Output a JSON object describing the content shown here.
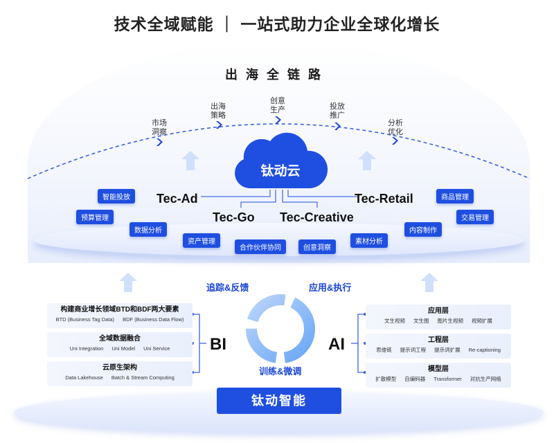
{
  "title": "技术全域赋能 ｜ 一站式助力企业全球化增长",
  "chain_title": "出海全链路",
  "stages": [
    [
      "市场",
      "洞察"
    ],
    [
      "出海",
      "策略"
    ],
    [
      "创意",
      "生产"
    ],
    [
      "投放",
      "推广"
    ],
    [
      "分析",
      "优化"
    ]
  ],
  "cloud": "钛动云",
  "products": {
    "ad": "Tec-Ad",
    "go": "Tec-Go",
    "creative": "Tec-Creative",
    "retail": "Tec-Retail"
  },
  "tags": [
    "智能投放",
    "预算管理",
    "数据分析",
    "资产管理",
    "合作伙伴协同",
    "创意洞察",
    "素材分析",
    "内容制作",
    "商品管理",
    "交易管理"
  ],
  "cycle": {
    "top_left": "追踪&反馈",
    "top_right": "应用&执行",
    "bottom": "训练&微调"
  },
  "bi": {
    "label": "BI",
    "panels": [
      {
        "title": "构建商业增长领域BTD和BDF两大要素",
        "items": [
          "BTD (Business Tag Data)",
          "BDF (Business Data Flow)"
        ]
      },
      {
        "title": "全域数据融合",
        "items": [
          "Uni Integration",
          "Uni Model",
          "Uni Service"
        ]
      },
      {
        "title": "云原生架构",
        "items": [
          "Data Lakehouse",
          "Batch & Stream Computing"
        ]
      }
    ]
  },
  "ai": {
    "label": "AI",
    "panels": [
      {
        "title": "应用层",
        "items": [
          "文生视频",
          "文生图",
          "图片生视频",
          "视频扩展"
        ]
      },
      {
        "title": "工程层",
        "items": [
          "思维链",
          "提示词工程",
          "提示词扩展",
          "Re-captioning"
        ]
      },
      {
        "title": "模型层",
        "items": [
          "扩散模型",
          "自编码器",
          "Transformer",
          "对抗生产网络"
        ]
      }
    ]
  },
  "core": "钛动智能",
  "colors": {
    "brand": "#1f4fe0"
  }
}
